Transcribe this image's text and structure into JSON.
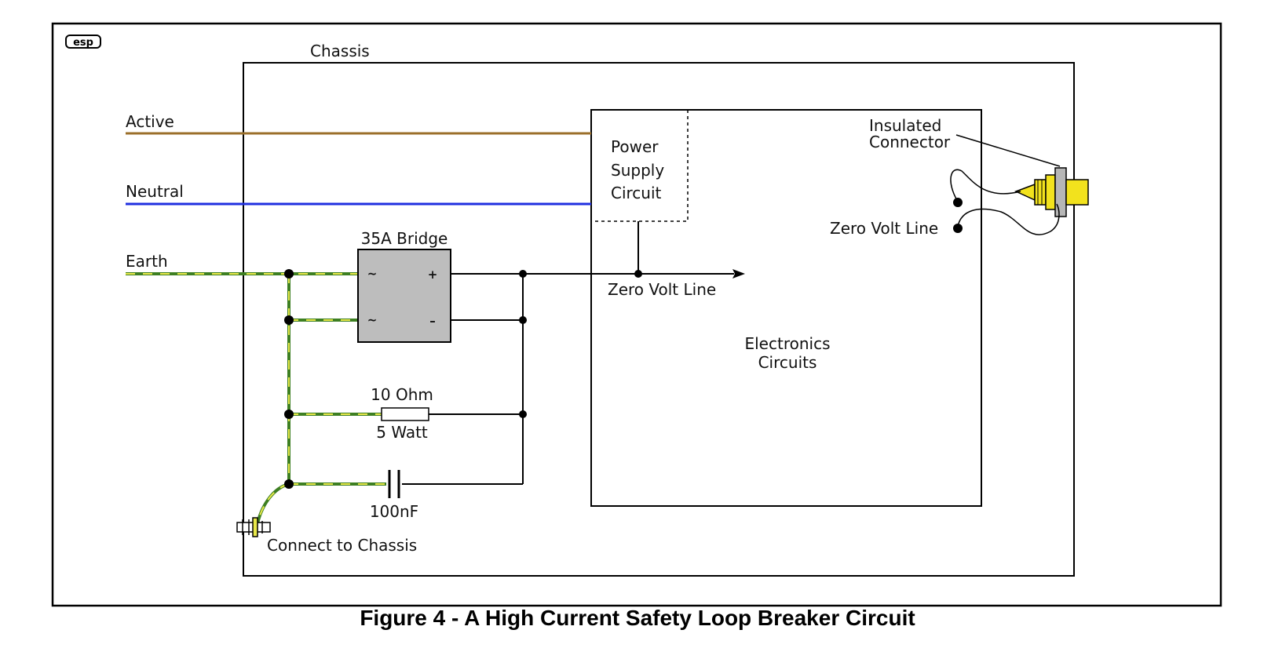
{
  "logo": "esp",
  "caption": "Figure 4 - A High Current Safety Loop Breaker Circuit",
  "labels": {
    "chassis": "Chassis",
    "active": "Active",
    "neutral": "Neutral",
    "earth": "Earth",
    "bridge": "35A Bridge",
    "bridge_ac": "~",
    "bridge_plus": "+",
    "bridge_minus": "–",
    "power_supply_1": "Power",
    "power_supply_2": "Supply",
    "power_supply_3": "Circuit",
    "zero_volt_line": "Zero Volt Line",
    "zero_volt_line_connector": "Zero Volt Line",
    "insulated_1": "Insulated",
    "insulated_2": "Connector",
    "resistor_value": "10 Ohm",
    "resistor_power": "5 Watt",
    "capacitor_value": "100nF",
    "electronics_1": "Electronics",
    "electronics_2": "Circuits",
    "connect_chassis": "Connect to Chassis"
  },
  "colors": {
    "active_wire": "#9b6f2a",
    "neutral_wire": "#1f2fe0",
    "earth_green": "#3d7f22",
    "earth_yellow": "#e8e84a",
    "bridge_fill": "#bdbdbd",
    "connector_yellow": "#f2e21d",
    "connector_grey": "#b6b6b6"
  }
}
